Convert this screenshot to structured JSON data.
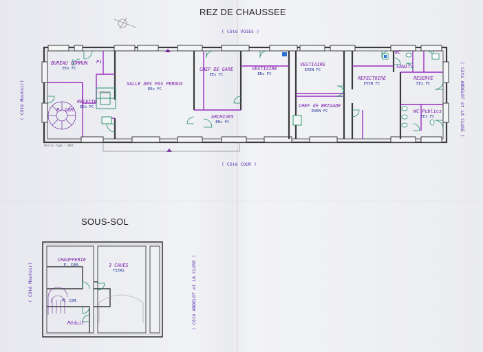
{
  "titles": {
    "ground": "REZ DE CHAUSSEE",
    "basement": "SOUS-SOL"
  },
  "orientation": {
    "voies": "( Côté VOIES )",
    "cour": "( Côté COUR )",
    "meutoir": "( Côté Meutoir)",
    "andelot": "( Côté ANDELOT et LA CLUSE )"
  },
  "rooms": {
    "bureau_commun": {
      "name": "BUREAU COMMUN",
      "label": "EEx FC"
    },
    "p1": {
      "name": "P1"
    },
    "p_com": {
      "name": "P. COM."
    },
    "recette": {
      "name": "RECETTE",
      "label": "EEx FC"
    },
    "salle": {
      "name": "SALLE DES PAS PERDUS",
      "label": "EEx FC"
    },
    "chef_gare": {
      "name": "CHEF DE GARE",
      "label": "EEx FC"
    },
    "archives": {
      "name": "ARCHIVES",
      "label": "EEx FC"
    },
    "vestiaire1": {
      "name": "VESTIAIRE",
      "label": "EEx FC"
    },
    "vestiaire2": {
      "name": "VESTIAIRE",
      "label": "EVEN FC"
    },
    "chef_brigade": {
      "name": "CHEF de BRIGADE",
      "label": "EVEN FC"
    },
    "refectoire": {
      "name": "REFECTOIRE",
      "label": "EVEN FC"
    },
    "wc": {
      "name": "WC"
    },
    "sanit": {
      "name": "SANIT."
    },
    "reserve": {
      "name": "RESERVE",
      "label": "EEx FC"
    },
    "wc_publics": {
      "name": "WC Publics",
      "label": "EEx FC"
    },
    "chaufferie": {
      "name": "CHAUFFERIE",
      "label": "P. COM."
    },
    "caves": {
      "name": "3 CAVES",
      "label": "TIERS"
    },
    "p_com_ss": {
      "name": "P. COM."
    },
    "reduit": {
      "name": "Réduit"
    }
  },
  "small_notes": {
    "recette_area": "(+56cm)",
    "stamp": "Dessin type - SNCF"
  },
  "colors": {
    "wall": "#3a3a3a",
    "partition": "#9a2fc0",
    "label": "#1f2f9a",
    "room_name": "#7b1fa8",
    "door": "#1f8a6a",
    "window": "#2aa98a"
  }
}
